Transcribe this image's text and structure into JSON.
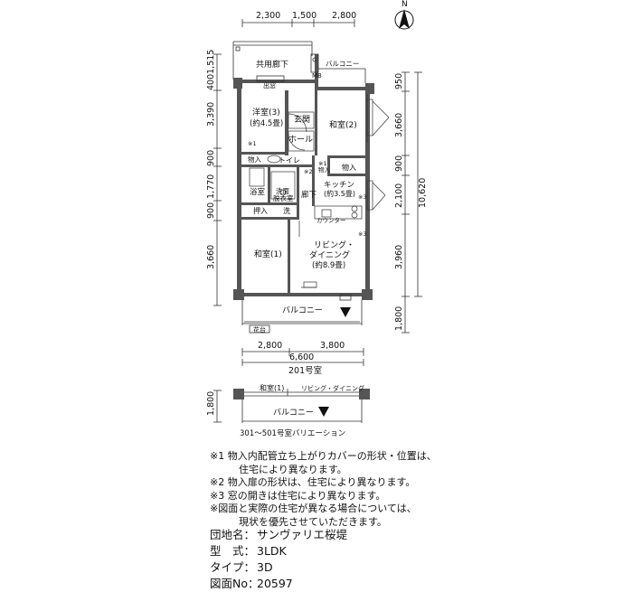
{
  "compass": {
    "north": "N"
  },
  "dims_top": [
    "2,300",
    "1,500",
    "2,800"
  ],
  "dims_left": [
    "4001,515",
    "3,390",
    "900",
    "1,770",
    "900",
    "3,660"
  ],
  "dims_right_inner": [
    "950",
    "3,660",
    "900",
    "2,100",
    "3,960",
    "1,800"
  ],
  "dims_right_total": "10,620",
  "dims_bottom": [
    "2,800",
    "3,800"
  ],
  "dims_bottom_total": "6,600",
  "plan_caption": "201号室",
  "rooms": {
    "shared_corridor": "共用廊下",
    "balcony_top": "バルコニー",
    "mb": "MB",
    "demado": "出窓",
    "western_room": "洋室(3)",
    "western_room_size": "(約4.5畳)",
    "genkan": "玄関",
    "hall": "ホール",
    "japanese_room_2": "和室(2)",
    "note_mark_1a": "※1",
    "note_mark_1b": "※1",
    "note_mark_2": "※2",
    "note_mark_3a": "※3",
    "note_mark_3b": "※3",
    "storage_1": "物入",
    "storage_2": "物入",
    "storage_3": "物入",
    "toilet": "トイレ",
    "bath": "浴室",
    "washroom": "洗面",
    "dressing": "脱衣室",
    "corridor": "廊下",
    "kitchen": "キッチン",
    "kitchen_size": "(約3.5畳)",
    "oshiire": "押入",
    "wash": "洗",
    "counter": "カウンター",
    "japanese_room_1": "和室(1)",
    "living": "リビング・",
    "dining": "ダイニング",
    "living_size": "(約8.9畳)",
    "balcony_bottom": "バルコニー",
    "hanadai": "花台"
  },
  "variation": {
    "dim": "1,800",
    "japanese_room": "和室(1)",
    "living": "リビング・ダイニング",
    "balcony": "バルコニー",
    "caption": "301～501号室バリエーション"
  },
  "notes": [
    "※1 物入内配管立ち上がりカバーの形状・位置は、",
    "住宅により異なります。",
    "※2 物入扉の形状は、住宅により異なります。",
    "※3 窓の開きは住宅により異なります。",
    "※図面と実際の住宅が異なる場合については、",
    "現状を優先させていただきます。"
  ],
  "info": [
    {
      "label": "団地名：",
      "value": "サンヴァリエ桜堤"
    },
    {
      "label": "型　式：",
      "value": "3LDK"
    },
    {
      "label": "タイプ：",
      "value": "3D"
    },
    {
      "label": "図面No：",
      "value": "20597"
    }
  ]
}
